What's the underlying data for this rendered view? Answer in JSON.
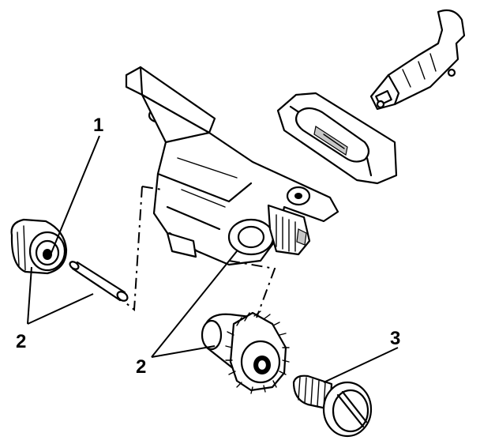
{
  "callouts": {
    "c1": "1",
    "c2_left": "2",
    "c2_center": "2",
    "c3": "3"
  }
}
